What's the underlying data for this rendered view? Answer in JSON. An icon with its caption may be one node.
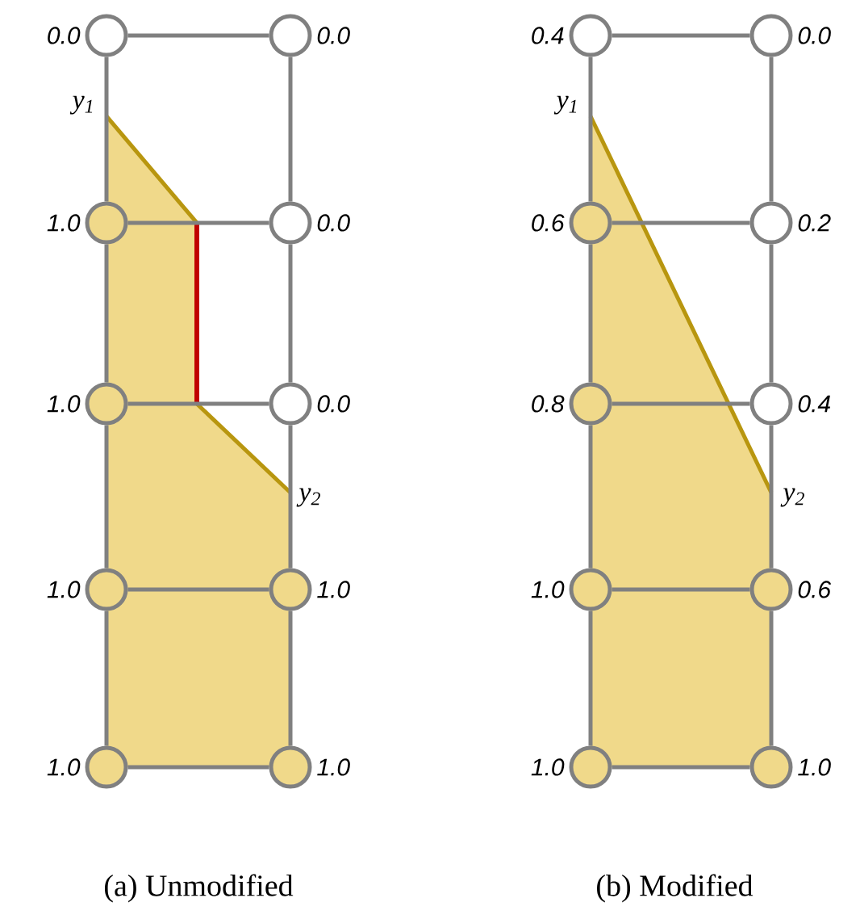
{
  "diagram": {
    "nodes": [
      {
        "text": [],
        "shape": "circle",
        "beside": [
          "0.0"
        ]
      },
      {
        "text": [],
        "shape": "circle",
        "beside": [
          "0.0"
        ]
      },
      {
        "text": [],
        "shape": "circle",
        "beside": [
          "1.0"
        ]
      },
      {
        "text": [],
        "shape": "circle",
        "beside": [
          "0.0"
        ]
      },
      {
        "text": [],
        "shape": "circle",
        "beside": [
          "1.0"
        ]
      },
      {
        "text": [],
        "shape": "circle",
        "beside": [
          "0.0"
        ]
      },
      {
        "text": [],
        "shape": "circle",
        "beside": [
          "1.0"
        ]
      },
      {
        "text": [],
        "shape": "circle",
        "beside": [
          "1.0"
        ]
      },
      {
        "text": [],
        "shape": "circle",
        "beside": [
          "1.0"
        ]
      },
      {
        "text": [],
        "shape": "circle",
        "beside": [
          "1.0"
        ]
      },
      {
        "text": [],
        "shape": "circle",
        "beside": [
          "0.4"
        ]
      },
      {
        "text": [],
        "shape": "circle",
        "beside": [
          "0.0"
        ]
      },
      {
        "text": [],
        "shape": "circle",
        "beside": [
          "0.6"
        ]
      },
      {
        "text": [],
        "shape": "circle",
        "beside": [
          "0.2"
        ]
      },
      {
        "text": [],
        "shape": "circle",
        "beside": [
          "0.8"
        ]
      },
      {
        "text": [],
        "shape": "circle",
        "beside": [
          "0.4"
        ]
      },
      {
        "text": [],
        "shape": "circle",
        "beside": [
          "1.0"
        ]
      },
      {
        "text": [],
        "shape": "circle",
        "beside": [
          "0.6"
        ]
      },
      {
        "text": [],
        "shape": "circle",
        "beside": [
          "1.0"
        ]
      },
      {
        "text": [],
        "shape": "circle",
        "beside": [
          "1.0"
        ]
      }
    ],
    "edges": [
      {
        "from": 0,
        "to": 1,
        "arrow": "none"
      },
      {
        "from": 0,
        "to": 2,
        "arrow": "none"
      },
      {
        "from": 1,
        "to": 3,
        "arrow": "none"
      },
      {
        "from": 2,
        "to": 3,
        "arrow": "none"
      },
      {
        "from": 2,
        "to": 4,
        "arrow": "none"
      },
      {
        "from": 3,
        "to": 5,
        "arrow": "none"
      },
      {
        "from": 4,
        "to": 5,
        "arrow": "none"
      },
      {
        "from": 4,
        "to": 6,
        "arrow": "none"
      },
      {
        "from": 5,
        "to": 7,
        "arrow": "none"
      },
      {
        "from": 6,
        "to": 7,
        "arrow": "none"
      },
      {
        "from": 6,
        "to": 8,
        "arrow": "none"
      },
      {
        "from": 7,
        "to": 9,
        "arrow": "none"
      },
      {
        "from": 8,
        "to": 9,
        "arrow": "none"
      },
      {
        "from": 10,
        "to": 11,
        "arrow": "none"
      },
      {
        "from": 10,
        "to": 12,
        "arrow": "none"
      },
      {
        "from": 11,
        "to": 13,
        "arrow": "none"
      },
      {
        "from": 12,
        "to": 13,
        "arrow": "none"
      },
      {
        "from": 12,
        "to": 14,
        "arrow": "none"
      },
      {
        "from": 13,
        "to": 15,
        "arrow": "none"
      },
      {
        "from": 14,
        "to": 15,
        "arrow": "none"
      },
      {
        "from": 14,
        "to": 16,
        "arrow": "none"
      },
      {
        "from": 15,
        "to": 17,
        "arrow": "none"
      },
      {
        "from": 16,
        "to": 17,
        "arrow": "none"
      },
      {
        "from": 16,
        "to": 18,
        "arrow": "none"
      },
      {
        "from": 17,
        "to": 19,
        "arrow": "none"
      },
      {
        "from": 18,
        "to": 19,
        "arrow": "none"
      }
    ],
    "labels": [
      "y$_{1}$",
      "y$_{1}$",
      "y$_{2}$",
      "y$_{2}$",
      "(a) Unmodified",
      "(b) Modified"
    ]
  }
}
